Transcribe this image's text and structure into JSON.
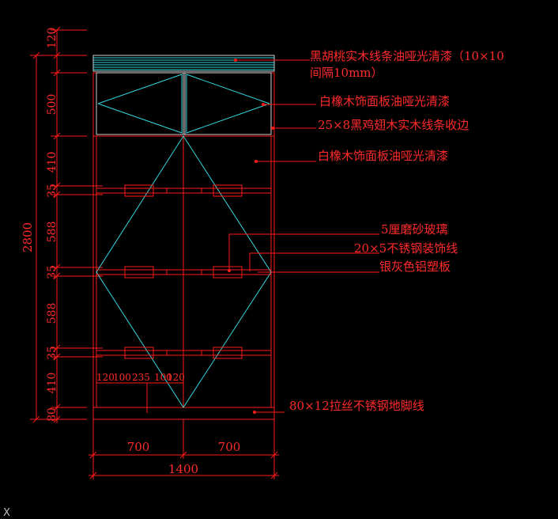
{
  "labels": {
    "top_strip": "黑胡桃实木线条油哑光清漆（10×10",
    "top_strip_2": "间隔10mm）",
    "upper_panel": "白橡木饰面板油哑光清漆",
    "edge_trim": "25×8黑鸡翅木实木线条收边",
    "main_panel": "白橡木饰面板油哑光清漆",
    "glass": "5厘磨砂玻璃",
    "stainless_line": "20×5不锈钢装饰线",
    "plastic_board": "银灰色铝塑板",
    "skirting": "80×12拉丝不锈钢地脚线"
  },
  "vertical_dims": {
    "total": "2800",
    "segments": [
      "120",
      "500",
      "410",
      "35",
      "588",
      "35",
      "588",
      "35",
      "410",
      "80"
    ]
  },
  "horizontal_dims": {
    "left_half": "700",
    "right_half": "700",
    "total": "1400",
    "detail": [
      "120",
      "100",
      "235",
      "100",
      "120"
    ]
  },
  "corner_icon": "X"
}
